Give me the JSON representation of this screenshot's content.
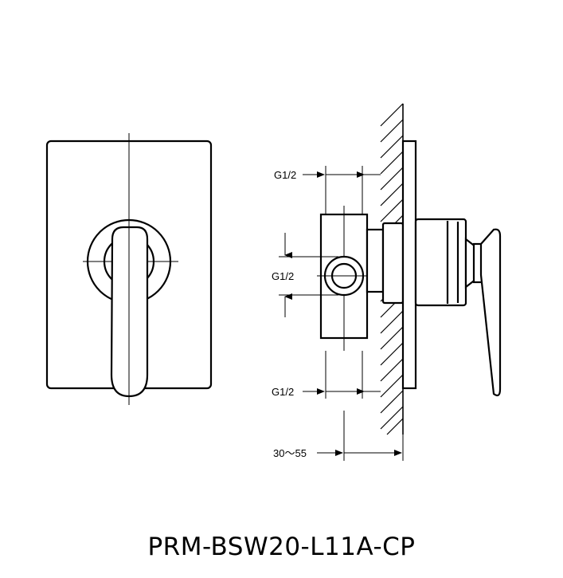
{
  "dimensions": {
    "top_thread": "G1/2",
    "middle_thread": "G1/2",
    "bottom_thread": "G1/2",
    "depth_range": "30～55"
  },
  "model_number": "PRM-BSW20-L11A-CP",
  "colors": {
    "line": "#000000",
    "background": "#ffffff"
  }
}
